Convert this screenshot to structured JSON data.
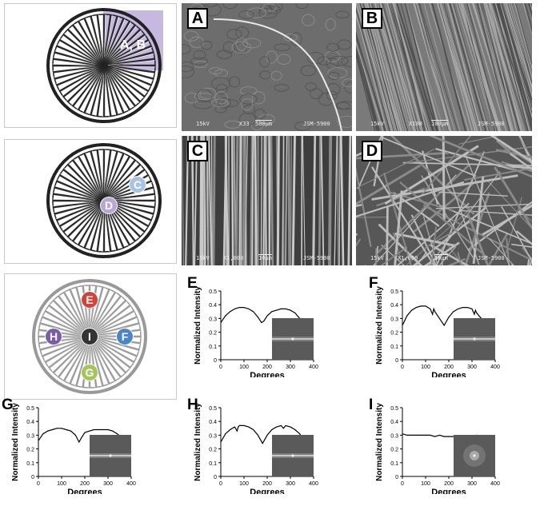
{
  "panels": {
    "A": {
      "letter": "A",
      "kv": "15kV",
      "mag": "X33",
      "scale": "500μm",
      "instrument": "JSM-5900"
    },
    "B": {
      "letter": "B",
      "kv": "15kV",
      "mag": "X100",
      "scale": "100μm",
      "instrument": "JSM-5900"
    },
    "C": {
      "letter": "C",
      "kv": "15kV",
      "mag": "X1,000",
      "scale": "10μm",
      "instrument": "JSM-5900"
    },
    "D": {
      "letter": "D",
      "kv": "15kV",
      "mag": "X1,000",
      "scale": "10μm",
      "instrument": "JSM-5900"
    }
  },
  "wheels": {
    "w1": {
      "label": "A, B",
      "sector_color": "#b8a6d6"
    },
    "w2": {
      "labels": [
        {
          "text": "C",
          "color": "#a9c4e2"
        },
        {
          "text": "D",
          "color": "#b9a7d3"
        }
      ]
    },
    "w3": {
      "labels": [
        {
          "text": "E",
          "color": "#c9473f"
        },
        {
          "text": "F",
          "color": "#4d84c4"
        },
        {
          "text": "G",
          "color": "#a5c55a"
        },
        {
          "text": "H",
          "color": "#7b5ca8"
        },
        {
          "text": "I",
          "color": "#333333"
        }
      ]
    }
  },
  "chart_data": [
    {
      "panel": "E",
      "type": "line",
      "xlabel": "Degrees",
      "ylabel": "Normalized Intensity",
      "xlim": [
        0,
        400
      ],
      "ylim": [
        0,
        0.5
      ],
      "xticks": [
        "0",
        "100",
        "200",
        "300",
        "400"
      ],
      "yticks": [
        "0",
        "0.1",
        "0.2",
        "0.3",
        "0.4",
        "0.5"
      ],
      "x": [
        0,
        20,
        40,
        60,
        80,
        100,
        120,
        140,
        160,
        175,
        185,
        200,
        220,
        240,
        260,
        280,
        300,
        320,
        340,
        355,
        360
      ],
      "values": [
        0.27,
        0.32,
        0.35,
        0.37,
        0.38,
        0.38,
        0.37,
        0.35,
        0.31,
        0.27,
        0.28,
        0.32,
        0.35,
        0.36,
        0.37,
        0.37,
        0.36,
        0.34,
        0.3,
        0.26,
        0.24
      ]
    },
    {
      "panel": "F",
      "type": "line",
      "xlabel": "Degrees",
      "ylabel": "Normalized Intensity",
      "xlim": [
        0,
        400
      ],
      "ylim": [
        0,
        0.5
      ],
      "xticks": [
        "0",
        "100",
        "200",
        "300",
        "400"
      ],
      "yticks": [
        "0",
        "0.1",
        "0.2",
        "0.3",
        "0.4",
        "0.5"
      ],
      "x": [
        0,
        20,
        40,
        60,
        80,
        100,
        120,
        130,
        135,
        140,
        160,
        180,
        200,
        220,
        240,
        260,
        280,
        300,
        310,
        315,
        320,
        340,
        360
      ],
      "values": [
        0.25,
        0.32,
        0.36,
        0.38,
        0.39,
        0.39,
        0.37,
        0.33,
        0.37,
        0.35,
        0.3,
        0.25,
        0.31,
        0.35,
        0.37,
        0.38,
        0.38,
        0.37,
        0.33,
        0.36,
        0.34,
        0.3,
        0.24
      ]
    },
    {
      "panel": "G",
      "type": "line",
      "xlabel": "Degrees",
      "ylabel": "Normalized Intensity",
      "xlim": [
        0,
        400
      ],
      "ylim": [
        0,
        0.5
      ],
      "xticks": [
        "0",
        "100",
        "200",
        "300",
        "400"
      ],
      "yticks": [
        "0",
        "0.1",
        "0.2",
        "0.3",
        "0.4",
        "0.5"
      ],
      "x": [
        0,
        20,
        40,
        60,
        80,
        100,
        120,
        140,
        160,
        175,
        185,
        200,
        220,
        240,
        260,
        280,
        300,
        320,
        340,
        360
      ],
      "values": [
        0.26,
        0.31,
        0.33,
        0.34,
        0.35,
        0.35,
        0.34,
        0.33,
        0.3,
        0.25,
        0.28,
        0.32,
        0.33,
        0.34,
        0.34,
        0.34,
        0.34,
        0.33,
        0.31,
        0.28
      ]
    },
    {
      "panel": "H",
      "type": "line",
      "xlabel": "Degrees",
      "ylabel": "Normalized Intensity",
      "xlim": [
        0,
        400
      ],
      "ylim": [
        0,
        0.5
      ],
      "xticks": [
        "0",
        "100",
        "200",
        "300",
        "400"
      ],
      "yticks": [
        "0",
        "0.1",
        "0.2",
        "0.3",
        "0.4",
        "0.5"
      ],
      "x": [
        0,
        20,
        40,
        60,
        70,
        75,
        80,
        100,
        120,
        140,
        160,
        180,
        200,
        220,
        240,
        260,
        270,
        280,
        300,
        320,
        340,
        360
      ],
      "values": [
        0.25,
        0.31,
        0.34,
        0.36,
        0.33,
        0.36,
        0.37,
        0.37,
        0.36,
        0.34,
        0.3,
        0.24,
        0.3,
        0.34,
        0.36,
        0.37,
        0.35,
        0.37,
        0.36,
        0.34,
        0.31,
        0.26
      ]
    },
    {
      "panel": "I",
      "type": "line",
      "xlabel": "Degrees",
      "ylabel": "Normalized Intensity",
      "xlim": [
        0,
        400
      ],
      "ylim": [
        0,
        0.5
      ],
      "xticks": [
        "0",
        "100",
        "200",
        "300",
        "400"
      ],
      "yticks": [
        "0",
        "0.1",
        "0.2",
        "0.3",
        "0.4",
        "0.5"
      ],
      "x": [
        0,
        20,
        40,
        60,
        80,
        100,
        120,
        140,
        160,
        180,
        200,
        220,
        240,
        260,
        280,
        300,
        320,
        340,
        360
      ],
      "values": [
        0.31,
        0.3,
        0.3,
        0.3,
        0.3,
        0.3,
        0.3,
        0.29,
        0.3,
        0.29,
        0.29,
        0.29,
        0.29,
        0.29,
        0.29,
        0.29,
        0.3,
        0.29,
        0.3
      ]
    }
  ]
}
